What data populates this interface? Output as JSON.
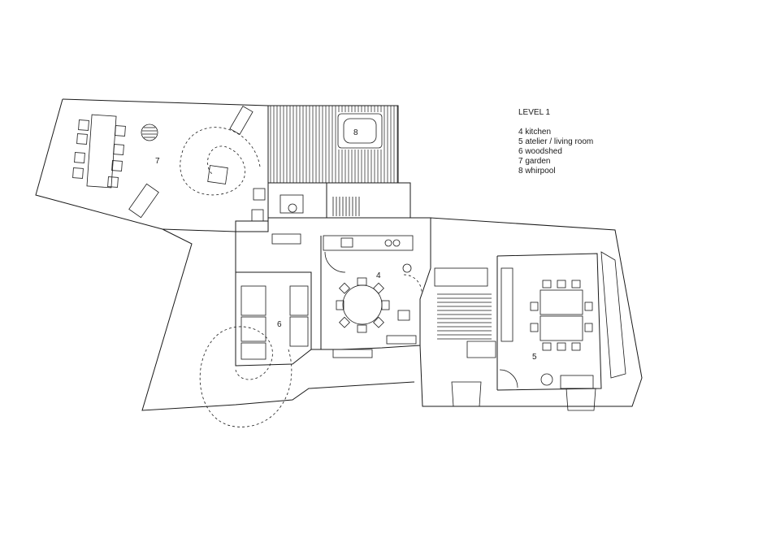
{
  "legend": {
    "title": "LEVEL 1",
    "items": [
      "4 kitchen",
      "5 atelier / living room",
      "6 woodshed",
      "7 garden",
      "8 whirpool"
    ]
  },
  "room_numbers": {
    "kitchen": "4",
    "atelier": "5",
    "woodshed": "6",
    "garden": "7",
    "whirpool": "8"
  },
  "colors": {
    "line": "#1a1a1a",
    "background": "#ffffff"
  }
}
